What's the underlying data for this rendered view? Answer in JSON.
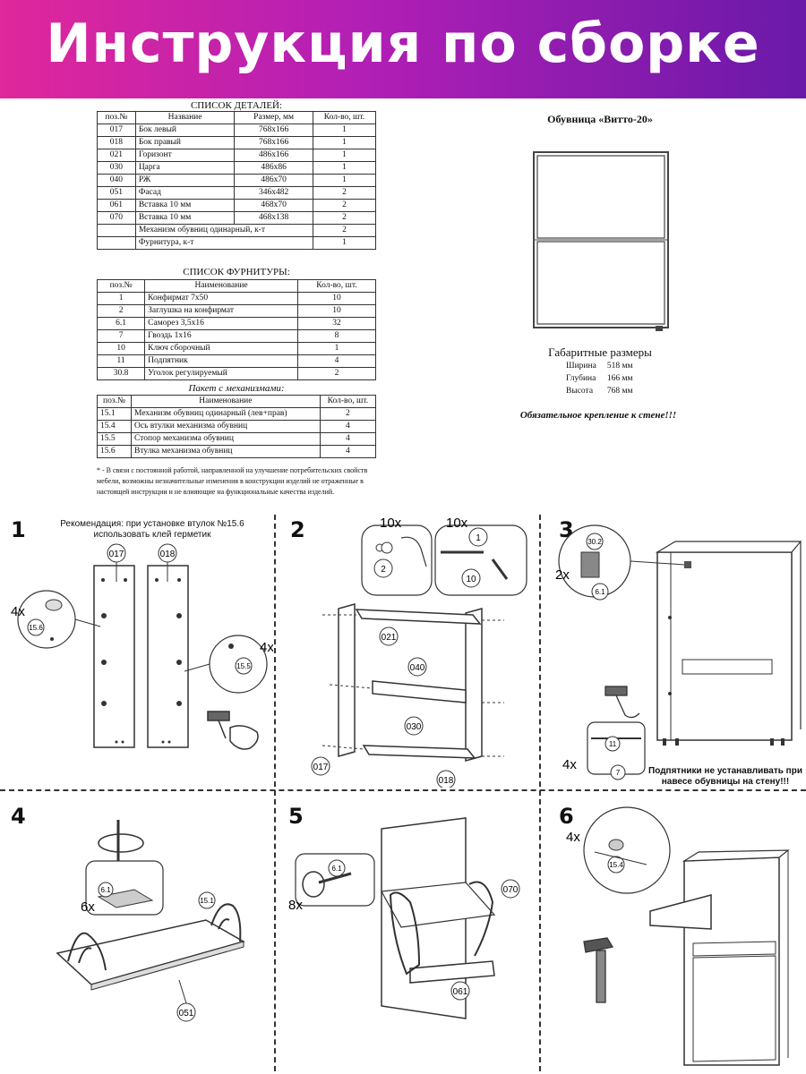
{
  "banner": {
    "title": "Инструкция по сборке"
  },
  "parts_list": {
    "title": "СПИСОК ДЕТАЛЕЙ:",
    "headers": [
      "поз.№",
      "Название",
      "Размер, мм",
      "Кол-во, шт."
    ],
    "rows": [
      [
        "017",
        "Бок левый",
        "768x166",
        "1"
      ],
      [
        "018",
        "Бок правый",
        "768x166",
        "1"
      ],
      [
        "021",
        "Горизонт",
        "486x166",
        "1"
      ],
      [
        "030",
        "Царга",
        "486x86",
        "1"
      ],
      [
        "040",
        "РЖ",
        "486x70",
        "1"
      ],
      [
        "051",
        "Фасад",
        "346x482",
        "2"
      ],
      [
        "061",
        "Вставка 10 мм",
        "468x70",
        "2"
      ],
      [
        "070",
        "Вставка 10 мм",
        "468x138",
        "2"
      ]
    ],
    "extra_rows": [
      [
        "Механизм обувниц одинарный, к-т",
        "2"
      ],
      [
        "Фурнитура, к-т",
        "1"
      ]
    ]
  },
  "hardware_list": {
    "title": "СПИСОК ФУРНИТУРЫ:",
    "headers": [
      "поз.№",
      "Наименование",
      "Кол-во, шт."
    ],
    "rows": [
      [
        "1",
        "Конфирмат 7x50",
        "10"
      ],
      [
        "2",
        "Заглушка на конфирмат",
        "10"
      ],
      [
        "6.1",
        "Саморез 3,5x16",
        "32"
      ],
      [
        "7",
        "Гвоздь 1x16",
        "8"
      ],
      [
        "10",
        "Ключ сборочный",
        "1"
      ],
      [
        "11",
        "Подпятник",
        "4"
      ],
      [
        "30.8",
        "Уголок регулируемый",
        "2"
      ]
    ],
    "mech_caption": "Пакет с механизмами:",
    "mech_headers": [
      "поз.№",
      "Наименование",
      "Кол-во, шт."
    ],
    "mech_rows": [
      [
        "15.1",
        "Механизм обувниц одинарный (лев+прав)",
        "2"
      ],
      [
        "15.4",
        "Ось втулки механизма обувниц",
        "4"
      ],
      [
        "15.5",
        "Стопор механизма обувниц",
        "4"
      ],
      [
        "15.6",
        "Втулка механизма обувниц",
        "4"
      ]
    ]
  },
  "note": "* - В связи с постоянной работой, направленной на улучшение потребительских свойств мебели, возможны незначительные изменения в конструкции изделий не отраженные в настоящей инструкции и не влияющие на функциональные качества изделий.",
  "product": {
    "title": "Обувница «Витто-20»",
    "dims_title": "Габаритные размеры",
    "dims": [
      [
        "Ширина",
        "518 мм"
      ],
      [
        "Глубина",
        "166 мм"
      ],
      [
        "Высота",
        "768 мм"
      ]
    ],
    "wall_note": "Обязательное крепление к стене!!!"
  },
  "steps": {
    "s1": {
      "num": "1",
      "note": "Рекомендация: при установке втулок №15.6 использовать клей герметик",
      "labels": [
        "017",
        "018",
        "15.6",
        "15.5"
      ],
      "qty_a": "4x",
      "qty_b": "4x"
    },
    "s2": {
      "num": "2",
      "qty_a": "10x",
      "qty_b": "10x",
      "labels": [
        "2",
        "1",
        "10",
        "021",
        "040",
        "030",
        "017",
        "018"
      ]
    },
    "s3": {
      "num": "3",
      "qty_a": "2x",
      "qty_b": "4x",
      "labels": [
        "30.2",
        "6.1",
        "11",
        "7"
      ],
      "note": "Подпятники не устанавливать при навесе обувницы на стену!!!"
    },
    "s4": {
      "num": "4",
      "qty": "6x",
      "labels": [
        "6.1",
        "15.1",
        "051"
      ]
    },
    "s5": {
      "num": "5",
      "qty": "8x",
      "labels": [
        "6.1",
        "070",
        "061"
      ]
    },
    "s6": {
      "num": "6",
      "qty": "4x",
      "labels": [
        "15.4"
      ]
    }
  }
}
